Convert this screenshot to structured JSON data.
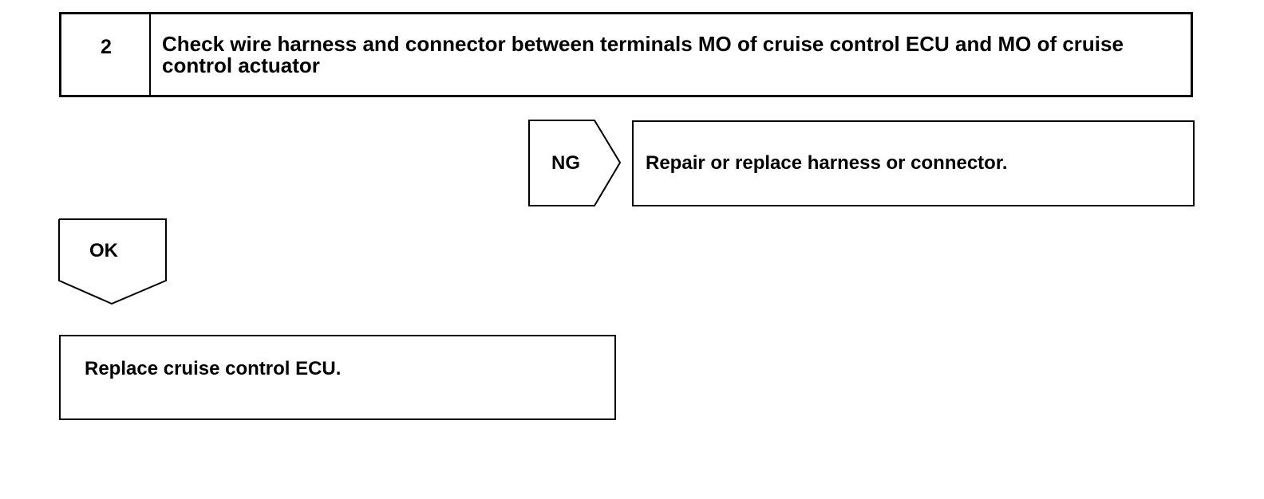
{
  "step": {
    "number": "2",
    "title": "Check wire harness and connector between terminals MO of cruise control ECU and MO of cruise control actuator"
  },
  "branches": {
    "ng": {
      "label": "NG",
      "action": "Repair or replace harness or connector."
    },
    "ok": {
      "label": "OK",
      "action": "Replace cruise control ECU."
    }
  },
  "colors": {
    "line": "#000000",
    "background": "#ffffff"
  }
}
